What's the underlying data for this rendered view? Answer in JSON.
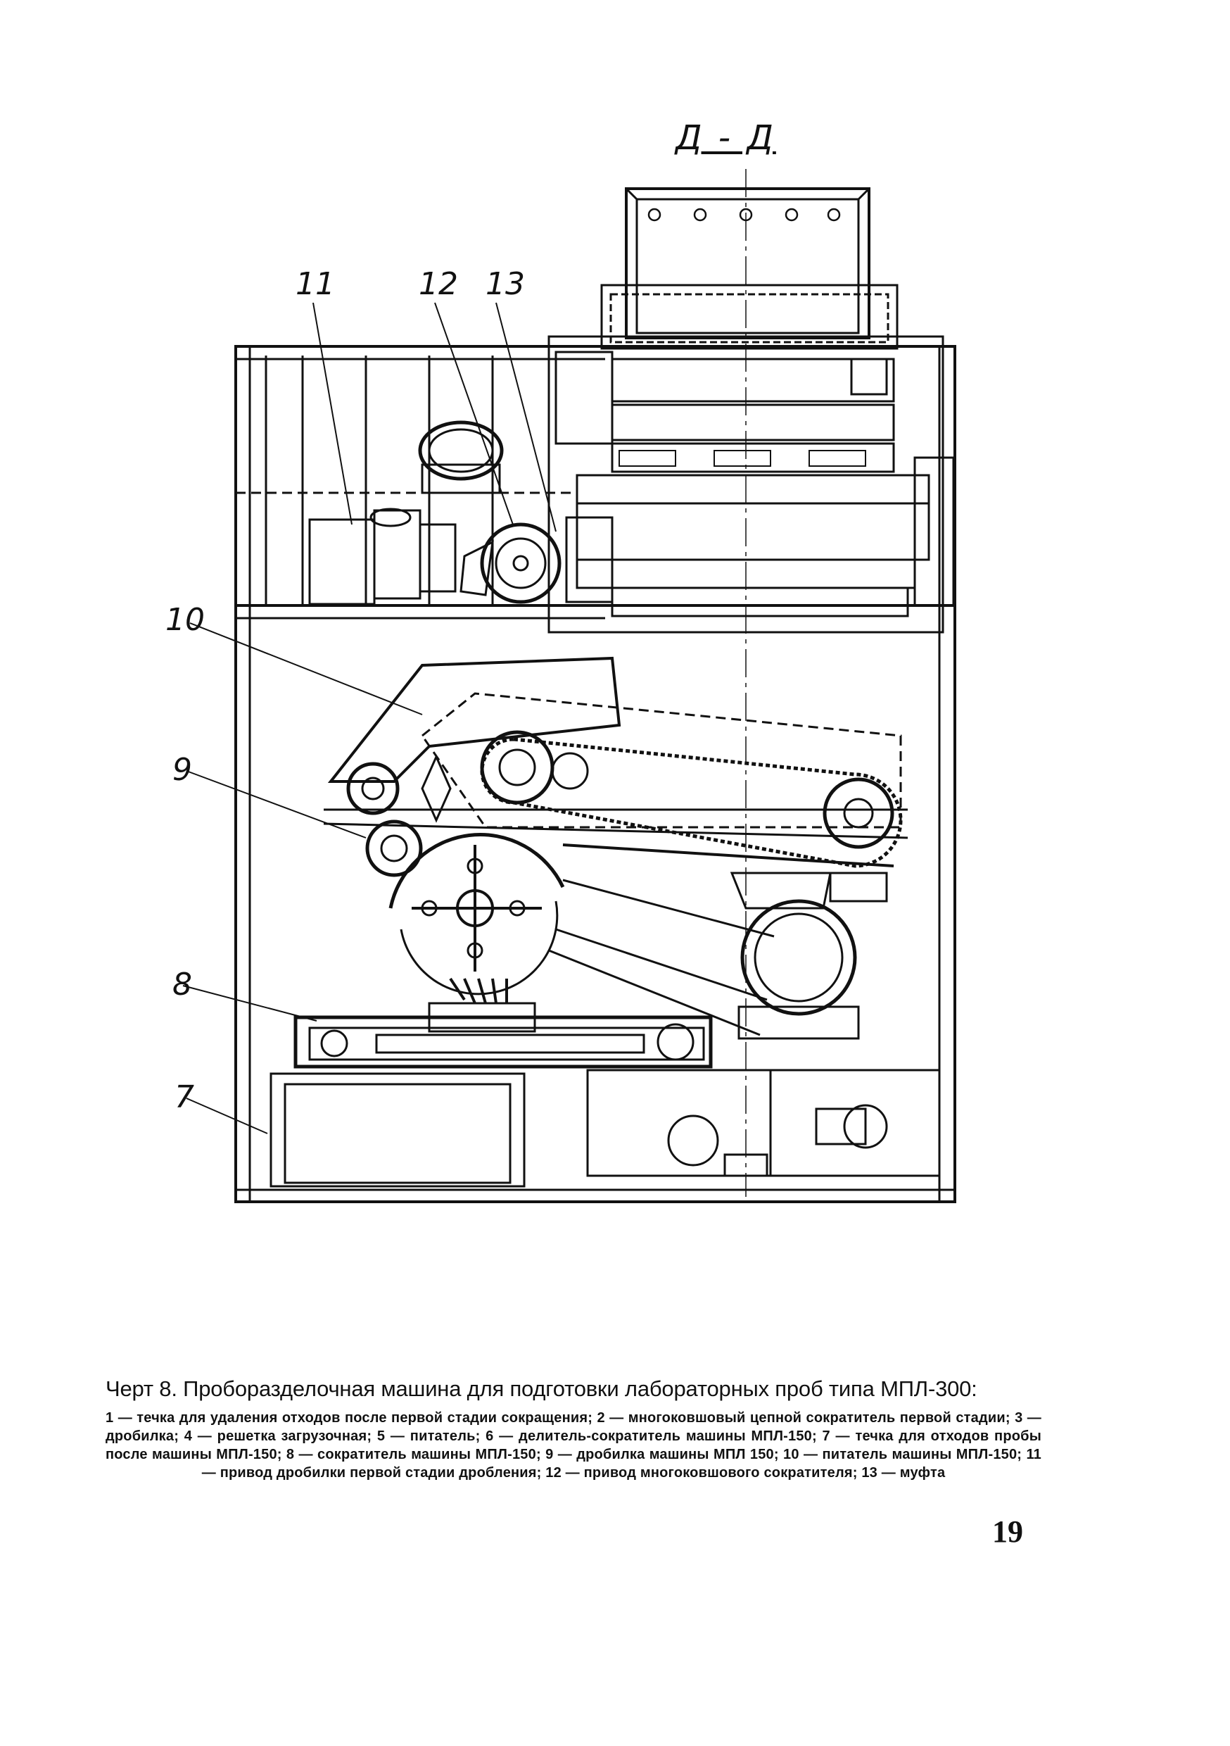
{
  "drawing": {
    "section_label": "Д - Д",
    "callouts": {
      "c11": "11",
      "c12": "12",
      "c13": "13",
      "c10": "10",
      "c9": "9",
      "c8": "8",
      "c7": "7"
    }
  },
  "caption": {
    "title": "Черт 8. Проборазделочная машина для подготовки лабораторных проб типа МПЛ-300:",
    "legend": "1 — течка для удаления отходов после первой стадии сокращения; 2 — многоковшовый цепной сократитель первой стадии; 3 — дробилка; 4 — решетка загрузочная; 5 — питатель; 6 — делитель-сократитель машины МПЛ-150; 7 — течка для отходов пробы после машины МПЛ-150; 8 — сократитель машины МПЛ-150; 9 — дробилка машины МПЛ 150; 10 — питатель машины МПЛ-150; 11 — привод дробилки первой стадии дробления; 12 — привод многоковшового сократителя; 13 — муфта"
  },
  "page_number": "19"
}
